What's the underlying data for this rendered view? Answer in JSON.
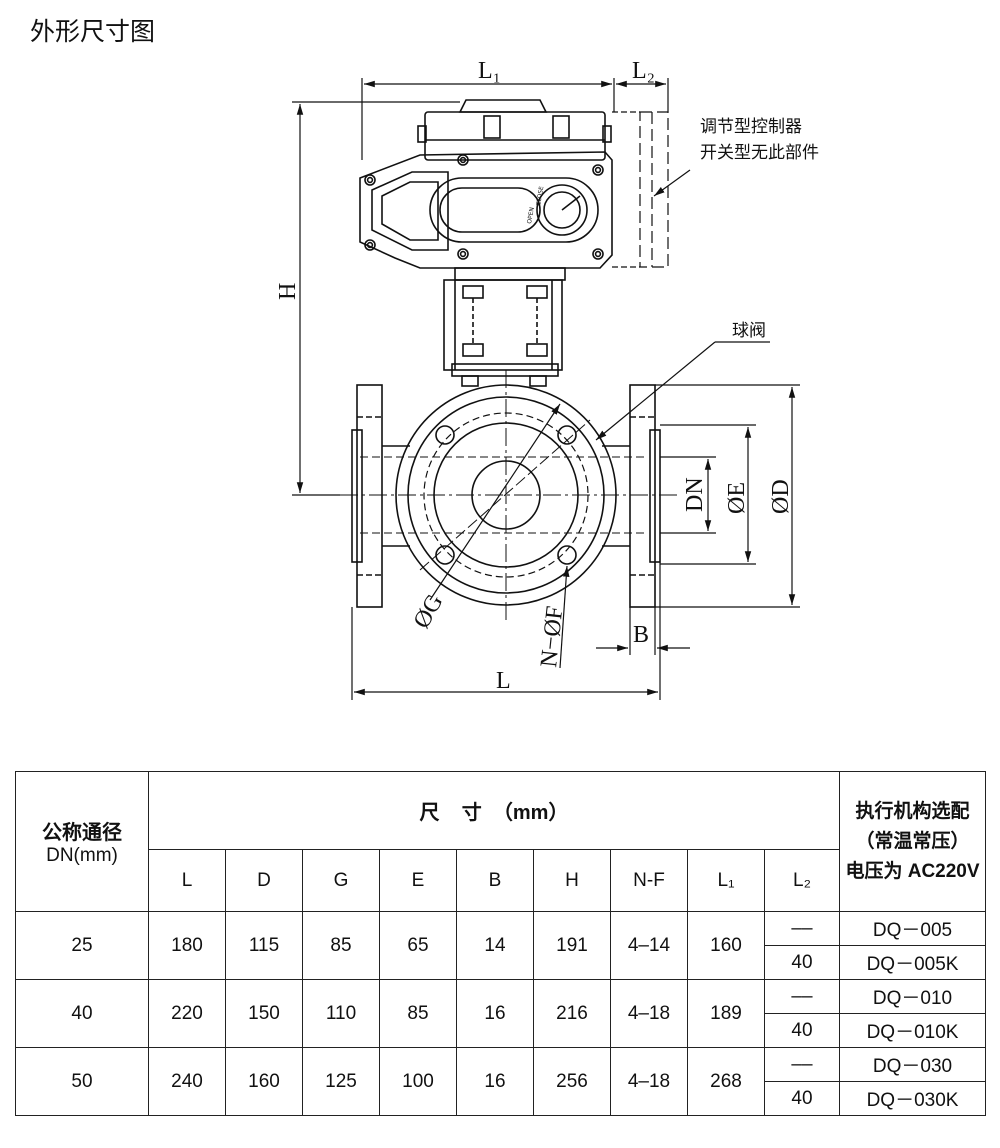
{
  "title": "外形尺寸图",
  "diagram": {
    "dims": {
      "L1": "L₁",
      "L2": "L₂",
      "H": "H",
      "DN": "DN",
      "E": "ØE",
      "D": "ØD",
      "G": "ØG",
      "NF": "N−ØF",
      "B": "B",
      "L": "L"
    },
    "callouts": {
      "controller_line1": "调节型控制器",
      "controller_line2": "开关型无此部件",
      "ball_valve": "球阀"
    },
    "dial": {
      "open": "OPEN",
      "close": "CLOSE"
    }
  },
  "table": {
    "col_dn_header_line1": "公称通径",
    "col_dn_header_line2": "DN(mm)",
    "size_header": "尺    寸  （mm）",
    "actuator_header_line1": "执行机构选配",
    "actuator_header_line2": "（常温常压）",
    "actuator_header_line3": "电压为 AC220V",
    "columns": [
      "L",
      "D",
      "G",
      "E",
      "B",
      "H",
      "N-F",
      "L₁",
      "L₂"
    ],
    "rows": [
      {
        "dn": "25",
        "L": "180",
        "D": "115",
        "G": "85",
        "E": "65",
        "B": "14",
        "H": "191",
        "NF": "4–14",
        "L1": "160",
        "options": [
          {
            "L2": "––",
            "model": "DQ－005"
          },
          {
            "L2": "40",
            "model": "DQ－005K"
          }
        ]
      },
      {
        "dn": "40",
        "L": "220",
        "D": "150",
        "G": "110",
        "E": "85",
        "B": "16",
        "H": "216",
        "NF": "4–18",
        "L1": "189",
        "options": [
          {
            "L2": "––",
            "model": "DQ－010"
          },
          {
            "L2": "40",
            "model": "DQ－010K"
          }
        ]
      },
      {
        "dn": "50",
        "L": "240",
        "D": "160",
        "G": "125",
        "E": "100",
        "B": "16",
        "H": "256",
        "NF": "4–18",
        "L1": "268",
        "options": [
          {
            "L2": "––",
            "model": "DQ－030"
          },
          {
            "L2": "40",
            "model": "DQ－030K"
          }
        ]
      }
    ]
  }
}
